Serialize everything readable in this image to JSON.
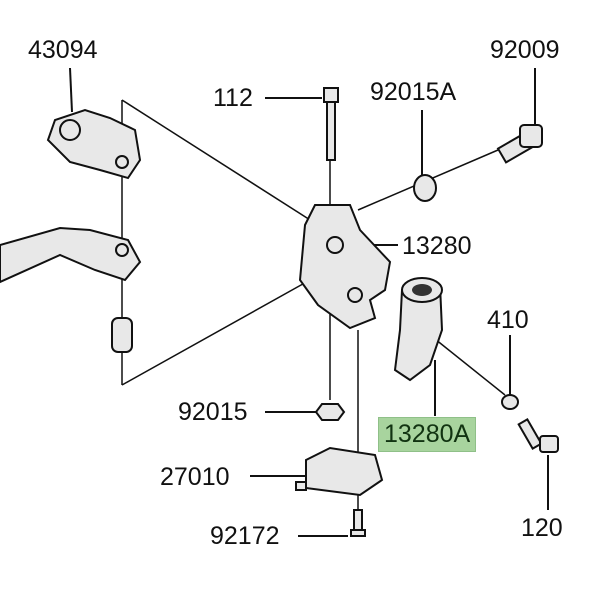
{
  "labels": {
    "p43094": "43094",
    "p92009": "92009",
    "p112": "112",
    "p92015A": "92015A",
    "p13280": "13280",
    "p410": "410",
    "p13280A": "13280A",
    "p92015": "92015",
    "p27010": "27010",
    "p92172": "92172",
    "p120": "120"
  },
  "highlight_color": "#a8d49e"
}
